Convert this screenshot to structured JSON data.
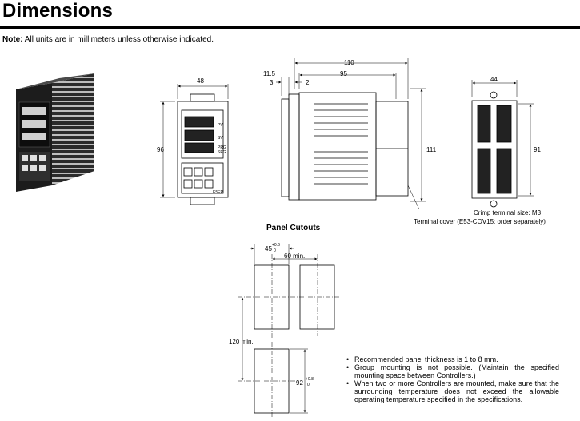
{
  "header": {
    "title": "Dimensions",
    "note_label": "Note:",
    "note_text": "All units are in millimeters unless otherwise indicated."
  },
  "front_view": {
    "width": "48",
    "height": "96",
    "display_labels": [
      "PV",
      "SV",
      "PRG",
      "SEG"
    ],
    "brand": "E5ER"
  },
  "side_view": {
    "overall": "110",
    "depth": "95",
    "offset_top": "11.5",
    "offset_left": "3",
    "offset_right": "2",
    "height": "111",
    "terminal_cover_label": "Terminal cover (E53-COV15; order separately)"
  },
  "rear_view": {
    "width": "44",
    "height": "91",
    "terminal_size_label": "Crimp terminal size: M3"
  },
  "panel_cutouts": {
    "title": "Panel Cutouts",
    "cut_width": "45",
    "cut_width_tol": "+0.6",
    "cut_width_tol_low": "0",
    "pitch_h": "60 min.",
    "pitch_v": "120 min.",
    "cut_height": "92",
    "cut_height_tol": "+0.8",
    "cut_height_tol_low": "0"
  },
  "notes": [
    "Recommended panel thickness is 1 to 8 mm.",
    "Group mounting is not possible. (Maintain the specified mounting space between Controllers.)",
    "When two or more Controllers are mounted, make sure that the surrounding temperature does not exceed the allowable operating temperature specified in the specifications."
  ]
}
